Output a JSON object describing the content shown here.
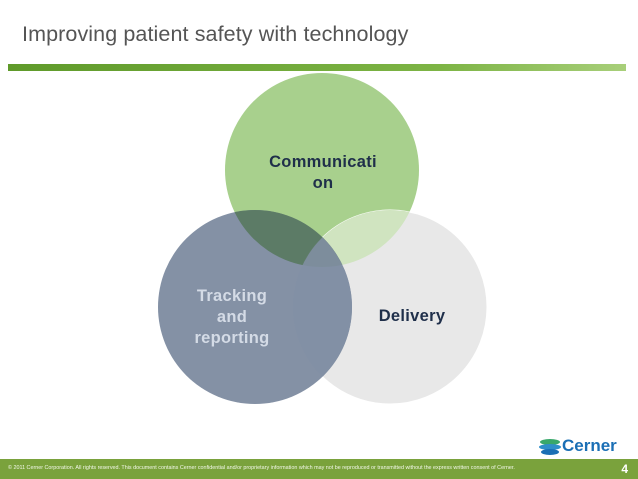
{
  "slide": {
    "title": "Improving patient safety with technology",
    "page_number": "4"
  },
  "venn": {
    "communication": {
      "line1": "Communicati",
      "line2": "on"
    },
    "delivery": {
      "line1": "Delivery"
    },
    "tracking": {
      "line1": "Tracking",
      "line2": "and",
      "line3": "reporting"
    }
  },
  "colors": {
    "communication_fill": "#a8d08d",
    "delivery_fill": "#e8e8e8",
    "tracking_fill": "#5c6c86",
    "label_text": "#1f2f4a",
    "tracking_text": "#d4dbe6",
    "footer_bar": "#7aa23c",
    "title_rule": "#6fa336"
  },
  "logo": {
    "name": "cerner-logo-icon",
    "text": "Cerner"
  },
  "footer": {
    "copyright": "© 2011 Cerner Corporation. All rights reserved. This document contains Cerner confidential and/or proprietary information which may not be reproduced or transmitted without the express written consent of Cerner."
  }
}
